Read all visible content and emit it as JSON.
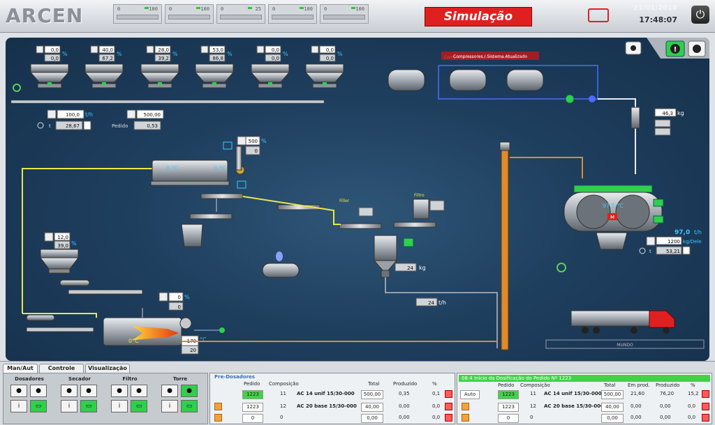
{
  "app": {
    "logo": "ARCEN",
    "mode": "Simulação",
    "date": "21/01/2019",
    "time": "17:48:07"
  },
  "meters": [
    {
      "lo": "0",
      "hi": "100"
    },
    {
      "lo": "0",
      "hi": "100"
    },
    {
      "lo": "0",
      "hi": "25"
    },
    {
      "lo": "0",
      "hi": "100"
    },
    {
      "lo": "0",
      "hi": "100"
    }
  ],
  "silos": [
    {
      "top": "0,0",
      "bot": "0,0",
      "unit": "%"
    },
    {
      "top": "40,0",
      "bot": "67,2",
      "unit": "%"
    },
    {
      "top": "28,0",
      "bot": "39,2",
      "unit": "%"
    },
    {
      "top": "53,0",
      "bot": "86,8",
      "unit": "%"
    },
    {
      "top": "0,0",
      "bot": "0,0",
      "unit": "%"
    },
    {
      "top": "0,0",
      "bot": "0,0",
      "unit": "%"
    }
  ],
  "feeder": {
    "rate": "100,0",
    "rate_unit": "t/h",
    "total_label": "t",
    "total": "28,67",
    "pedido_label": "Pedido",
    "pedido": "500,00",
    "pedido_val": "0,53"
  },
  "dryer_pct": {
    "a": "500",
    "b": "0",
    "unit": "%"
  },
  "burner_pct": {
    "a": "0",
    "b": "0",
    "unit": "%"
  },
  "burner_label": "0°C",
  "burner_temp": {
    "a": "170",
    "b": "20",
    "unit": "°C"
  },
  "filler": {
    "label": "Filler",
    "val": "24",
    "unit": "kg"
  },
  "filtro_label": "Filtro",
  "flow": {
    "val": "24",
    "unit": "t/h"
  },
  "tank_banner": "Compressores / Sistema Atualizado",
  "bitumen": {
    "val": "46,3",
    "unit": "kg"
  },
  "mixer": {
    "temp": "97,5 °C",
    "rate": "97,0",
    "rate_unit": "t/h",
    "batch": "1200",
    "batch_unit": "kg/Dele",
    "total": "53,21",
    "total_unit": "t"
  },
  "mixer_motor": "M",
  "truck_label": "MUNDO",
  "conveyor_temp_left": "0 °C",
  "conveyor_temp_right": "0 °C",
  "small_silo": {
    "top": "12,0",
    "bot": "39,0",
    "unit": "%"
  },
  "tabs": [
    "Man/Aut",
    "Controle",
    "Visualização"
  ],
  "groups": [
    {
      "label": "Dosadores"
    },
    {
      "label": "Secador"
    },
    {
      "label": "Filtro"
    },
    {
      "label": "Torre"
    }
  ],
  "left_table": {
    "title": "Pre-Dosadores",
    "headers": [
      "Pedido",
      "Composição",
      "Total",
      "Produzido",
      "%"
    ],
    "rows": [
      {
        "pedido": "1223",
        "n": "11",
        "comp": "AC 14 unif 15/30-000",
        "total": "500,00",
        "prod": "0,35",
        "pct": "0,1"
      },
      {
        "pedido": "1223",
        "n": "12",
        "comp": "AC 20 base 15/30-000",
        "total": "40,00",
        "prod": "0,00",
        "pct": "0,0"
      },
      {
        "pedido": "0",
        "n": "0",
        "comp": "",
        "total": "0,00",
        "prod": "0,00",
        "pct": "0,0"
      }
    ]
  },
  "right_table": {
    "status": "08:4 Início da Dosificação do Pedido Nº 1223",
    "headers": [
      "Pedido",
      "Composição",
      "Total",
      "Em prod.",
      "Produzido",
      "%"
    ],
    "mode": "Auto",
    "rows": [
      {
        "pedido": "1223",
        "n": "11",
        "comp": "AC 14 unif 15/30-000",
        "total": "500,00",
        "emprod": "21,60",
        "prod": "76,20",
        "pct": "15,2"
      },
      {
        "pedido": "1223",
        "n": "12",
        "comp": "AC 20 base 15/30-000",
        "total": "40,00",
        "emprod": "0,00",
        "prod": "0,00",
        "pct": "0,0"
      },
      {
        "pedido": "0",
        "n": "0",
        "comp": "",
        "total": "0,00",
        "emprod": "0,00",
        "prod": "0,00",
        "pct": "0,0"
      }
    ]
  },
  "colors": {
    "line_yellow": "#e8e84a",
    "line_orange": "#e08a2a",
    "line_white": "#e8eef4",
    "line_blue": "#4a6cff",
    "display_cyan": "#3ec8ff",
    "alarm_red": "#e02020"
  }
}
